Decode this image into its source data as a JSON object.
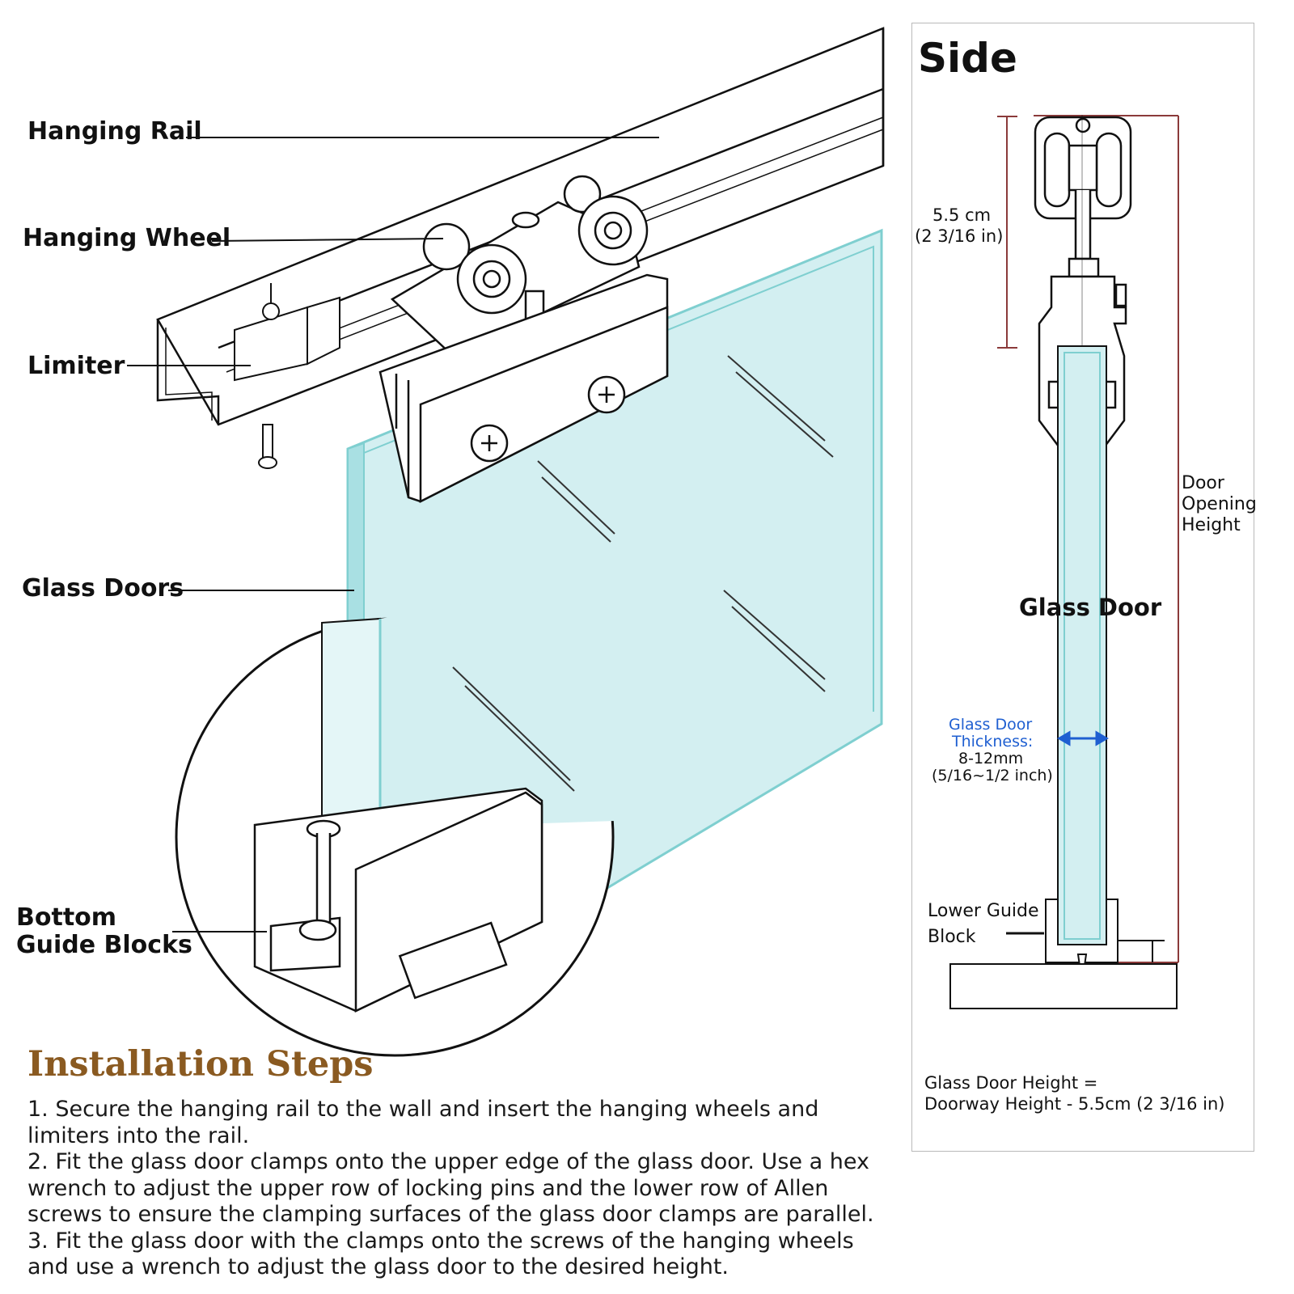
{
  "labels": {
    "hanging_rail": "Hanging Rail",
    "hanging_wheel": "Hanging Wheel",
    "limiter": "Limiter",
    "glass_doors": "Glass Doors",
    "bottom_guide_blocks_1": "Bottom",
    "bottom_guide_blocks_2": "Guide Blocks"
  },
  "side": {
    "title": "Side",
    "dim_cm": "5.5 cm",
    "dim_in": "(2 3/16 in)",
    "door_opening_1": "Door",
    "door_opening_2": "Opening",
    "door_opening_3": "Height",
    "glass_door": "Glass Door",
    "thickness_1": "Glass Door",
    "thickness_2": "Thickness:",
    "thickness_3": "8-12mm",
    "thickness_4": "(5/16~1/2 inch)",
    "lower_guide_1": "Lower Guide",
    "lower_guide_2": "Block",
    "formula_1": "Glass Door Height =",
    "formula_2": "Doorway Height - 5.5cm (2 3/16 in)"
  },
  "installation": {
    "title": "Installation Steps",
    "steps": [
      "1. Secure the hanging rail to the wall and insert the hanging wheels and limiters into the rail.",
      "2. Fit the glass door clamps onto the upper edge of the glass door. Use a hex wrench to adjust the upper row of locking pins and the lower row of Allen screws to ensure the clamping surfaces of the glass door clamps are parallel.",
      "3. Fit the glass door with the clamps onto the screws of the hanging wheels and use a wrench to adjust the glass door to the desired height."
    ]
  },
  "colors": {
    "glass": "#d3eff1",
    "glass_edge": "#7fcfd0",
    "dimension_line": "#8b3a3a",
    "thickness_arrow": "#1f5fd1",
    "steps_title": "#8a5a21"
  }
}
